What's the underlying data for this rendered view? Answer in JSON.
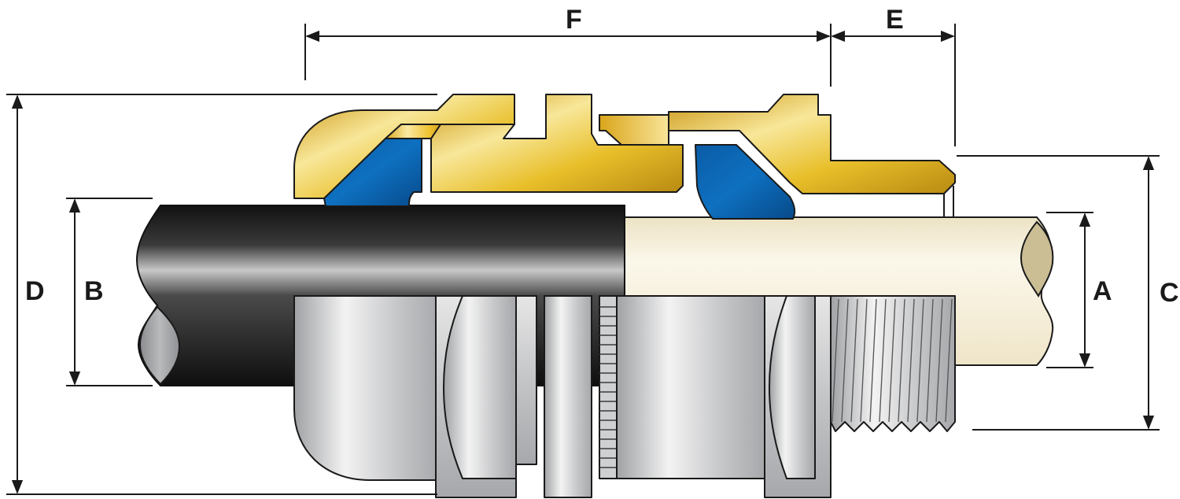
{
  "dimensions": {
    "A": "A",
    "B": "B",
    "C": "C",
    "D": "D",
    "E": "E",
    "F": "F"
  },
  "colors": {
    "brass": "#e8bf2a",
    "brass_highlight": "#f8e79a",
    "seal_blue": "#0e68b3",
    "cable_outer": "#1c1c1c",
    "cable_inner": "#f2ead3",
    "cable_end": "#cbbd94",
    "metal": "#c9cacc",
    "metal_highlight": "#f1f1f1",
    "dim_line": "#1a1a1a"
  },
  "components": [
    "cable-gland-brass-cross-section",
    "seal-ring",
    "outer-cable-sheath",
    "inner-cable-core",
    "metal-gland-body",
    "entry-thread"
  ]
}
